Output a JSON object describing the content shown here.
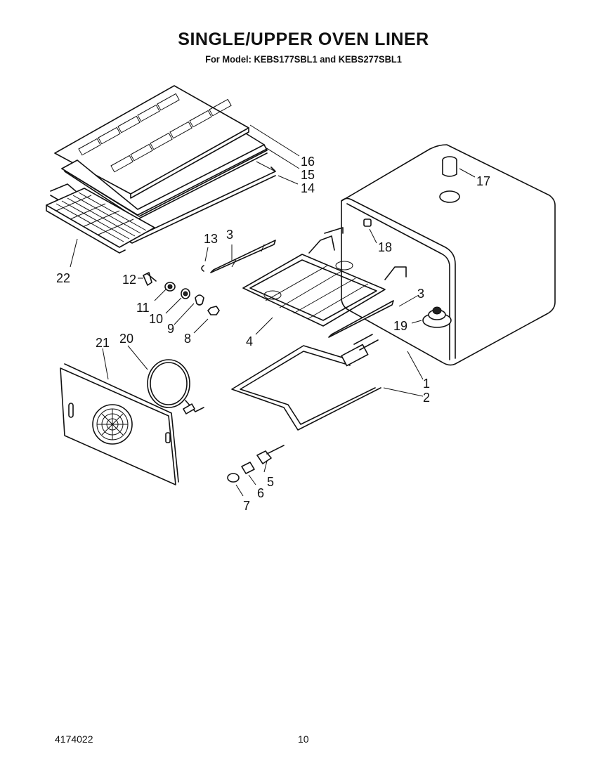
{
  "header": {
    "title": "SINGLE/UPPER OVEN LINER",
    "subtitle": "For Model: KEBS177SBL1 and KEBS277SBL1"
  },
  "callouts": {
    "c1": "1",
    "c2": "2",
    "c3a": "3",
    "c3b": "3",
    "c4": "4",
    "c5": "5",
    "c6": "6",
    "c7": "7",
    "c8": "8",
    "c9": "9",
    "c10": "10",
    "c11": "11",
    "c12": "12",
    "c13": "13",
    "c14": "14",
    "c15": "15",
    "c16": "16",
    "c17": "17",
    "c18": "18",
    "c19": "19",
    "c20": "20",
    "c21": "21",
    "c22": "22"
  },
  "footer": {
    "doc_number": "4174022",
    "page_number": "10"
  }
}
